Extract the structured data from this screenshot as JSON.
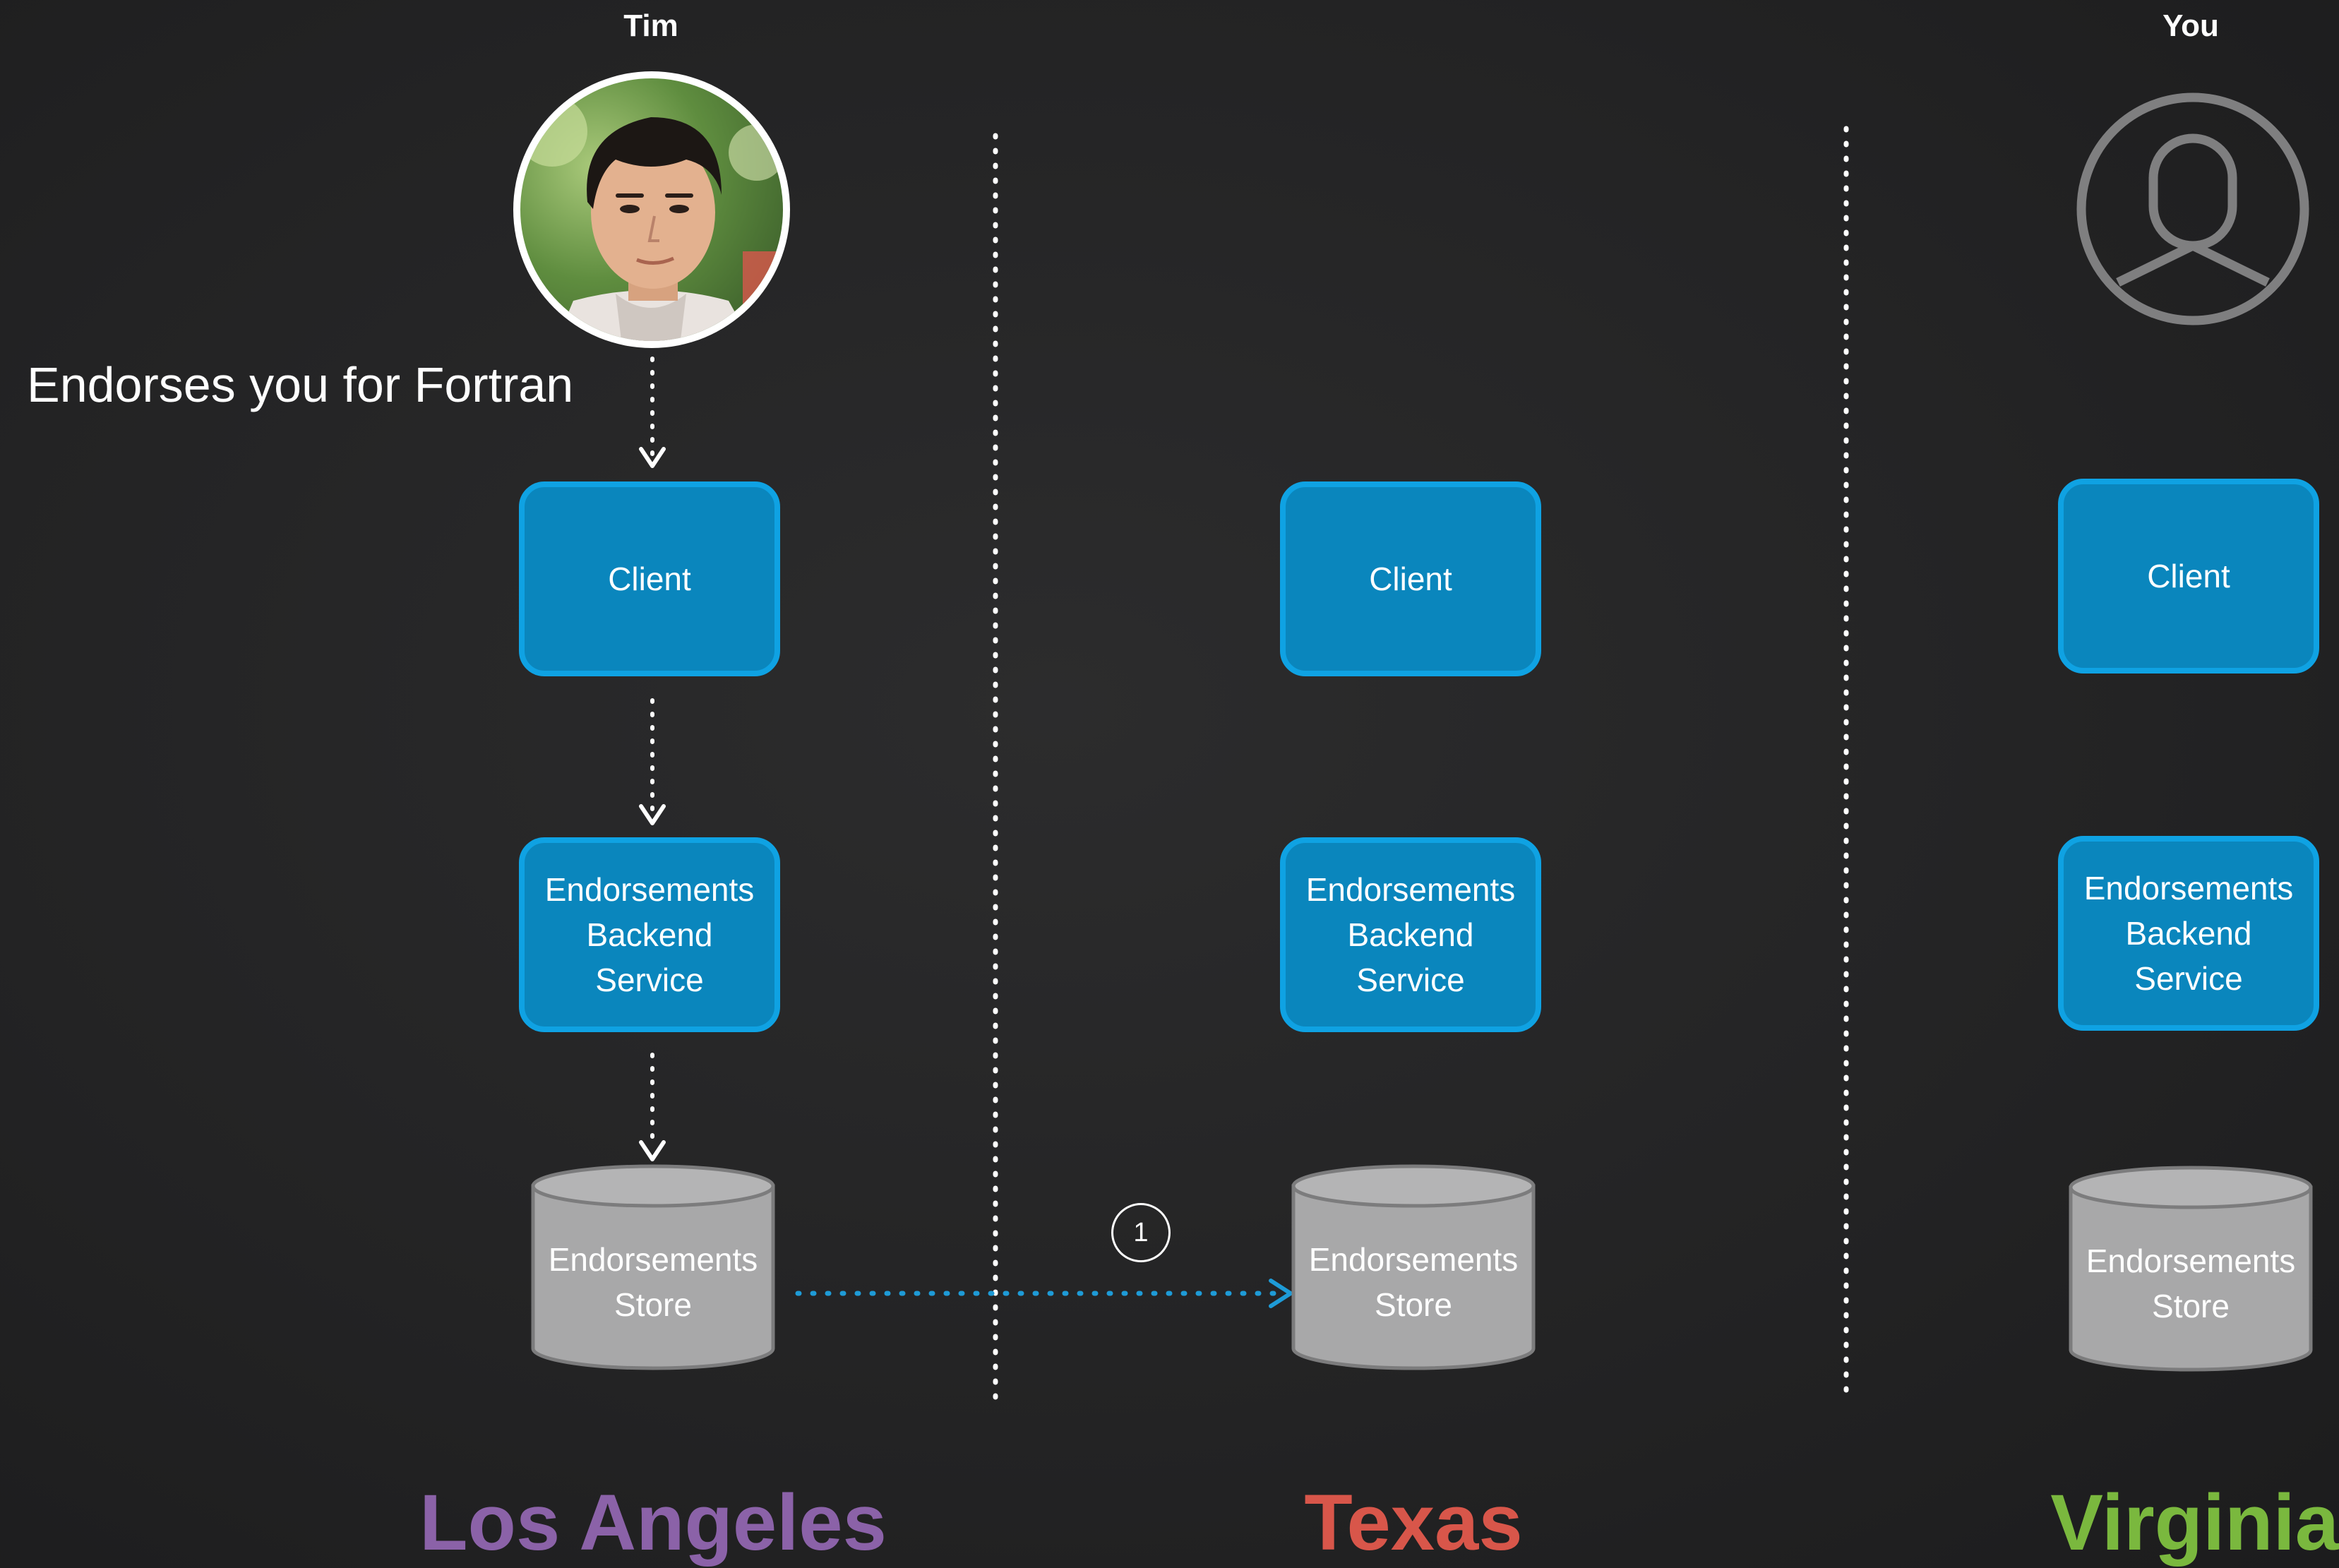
{
  "people": {
    "sender": {
      "name": "Tim"
    },
    "receiver": {
      "name": "You"
    }
  },
  "action_caption": "Endorses you for Fortran",
  "nodes": {
    "client_label": "Client",
    "backend_lines": [
      "Endorsements",
      "Backend",
      "Service"
    ],
    "store_lines": [
      "Endorsements",
      "Store"
    ]
  },
  "regions": [
    {
      "name": "Los Angeles",
      "color": "#8b62a8"
    },
    {
      "name": "Texas",
      "color": "#d8564a"
    },
    {
      "name": "Virginia",
      "color": "#7ab83e"
    }
  ],
  "replication_step": "1",
  "colors": {
    "box_fill": "#0a86bd",
    "box_border": "#0fa2e3",
    "store_fill": "#a8a8a9",
    "replication_arrow": "#1e9bd7",
    "flow_arrow": "#ffffff"
  }
}
